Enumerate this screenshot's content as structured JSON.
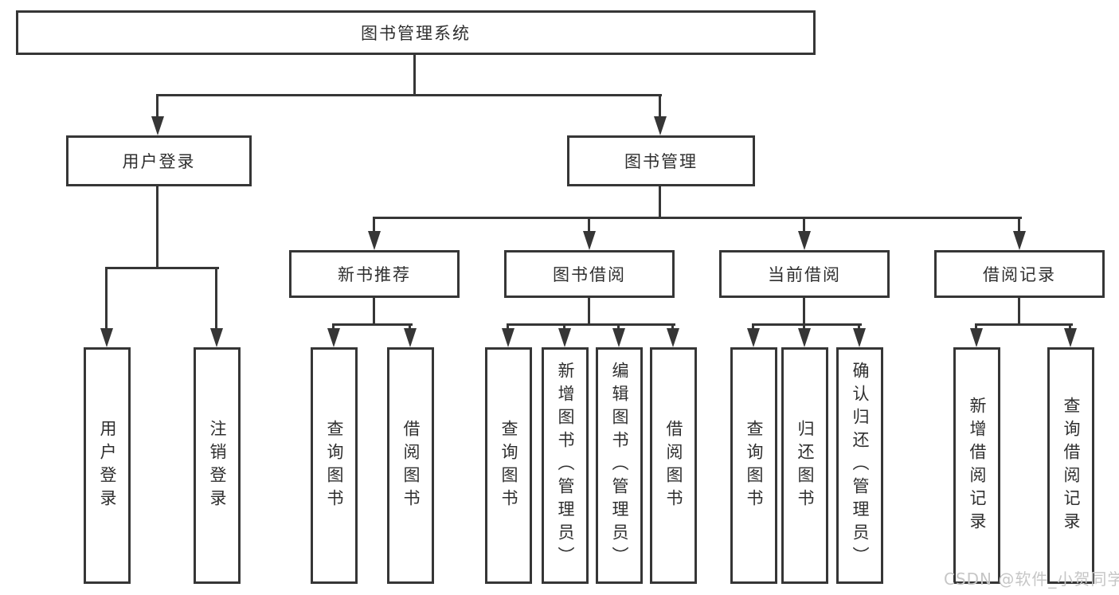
{
  "colors": {
    "line": "#363636",
    "text": "#2f2f2f",
    "background": "#ffffff",
    "watermark": "#c6c6c6"
  },
  "watermark": "CSDN @软件_小贺同学",
  "tree": {
    "root": {
      "label": "图书管理系统"
    },
    "children": [
      {
        "label": "用户登录",
        "children": [
          {
            "label": "用户登录"
          },
          {
            "label": "注销登录"
          }
        ]
      },
      {
        "label": "图书管理",
        "children": [
          {
            "label": "新书推荐",
            "children": [
              {
                "label": "查询图书"
              },
              {
                "label": "借阅图书"
              }
            ]
          },
          {
            "label": "图书借阅",
            "children": [
              {
                "label": "查询图书"
              },
              {
                "label": "新增图书（管理员）"
              },
              {
                "label": "编辑图书（管理员）"
              },
              {
                "label": "借阅图书"
              }
            ]
          },
          {
            "label": "当前借阅",
            "children": [
              {
                "label": "查询图书"
              },
              {
                "label": "归还图书"
              },
              {
                "label": "确认归还（管理员）"
              }
            ]
          },
          {
            "label": "借阅记录",
            "children": [
              {
                "label": "新增借阅记录"
              },
              {
                "label": "查询借阅记录"
              }
            ]
          }
        ]
      }
    ]
  }
}
